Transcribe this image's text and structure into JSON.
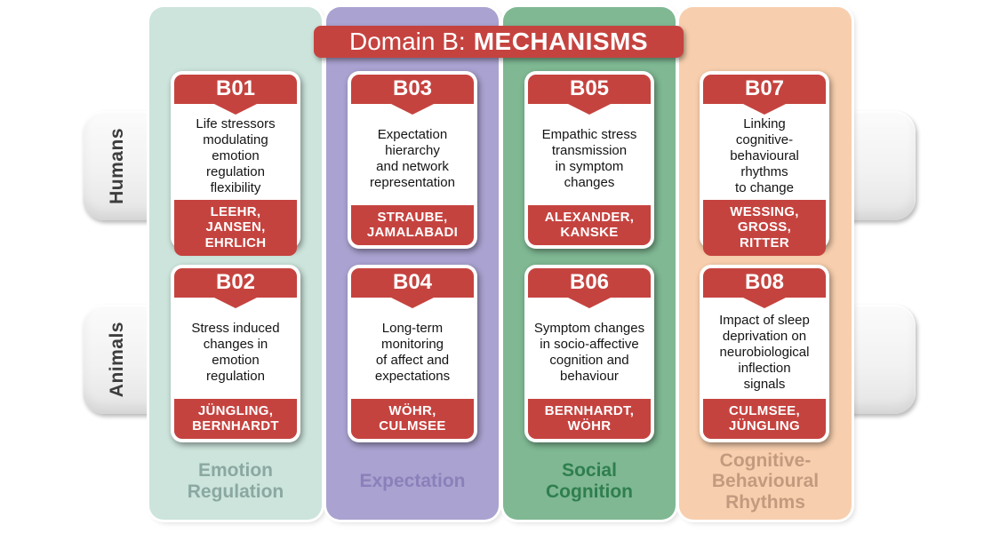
{
  "banner": {
    "prefix": "Domain B:",
    "emphasis": "MECHANISMS"
  },
  "palette": {
    "accent_red": "#c5433f",
    "column_colors": [
      "#cce4db",
      "#aaa2d0",
      "#7fb893",
      "#f8cfae"
    ],
    "column_label_colors": [
      "#8aa8a1",
      "#8b80ba",
      "#2f7e4f",
      "#c49a7f"
    ],
    "row_band_color": "#efefef",
    "row_label_color": "#3d3d3d"
  },
  "rows": [
    {
      "label": "Humans"
    },
    {
      "label": "Animals"
    }
  ],
  "columns": [
    {
      "label": "Emotion\nRegulation"
    },
    {
      "label": "Expectation"
    },
    {
      "label": "Social\nCognition"
    },
    {
      "label": "Cognitive-\nBehavioural\nRhythms"
    }
  ],
  "cards": [
    {
      "code": "B01",
      "row": "Humans",
      "column": "Emotion Regulation",
      "description": "Life stressors\nmodulating\nemotion\nregulation\nflexibility",
      "investigators": "LEEHR,\nJANSEN,\nEHRLICH"
    },
    {
      "code": "B02",
      "row": "Animals",
      "column": "Emotion Regulation",
      "description": "Stress induced\nchanges in\nemotion\nregulation",
      "investigators": "JÜNGLING,\nBERNHARDT"
    },
    {
      "code": "B03",
      "row": "Humans",
      "column": "Expectation",
      "description": "Expectation\nhierarchy\nand network\nrepresentation",
      "investigators": "STRAUBE,\nJAMALABADI"
    },
    {
      "code": "B04",
      "row": "Animals",
      "column": "Expectation",
      "description": "Long-term\nmonitoring\nof affect and\nexpectations",
      "investigators": "WÖHR,\nCULMSEE"
    },
    {
      "code": "B05",
      "row": "Humans",
      "column": "Social Cognition",
      "description": "Empathic stress\ntransmission\nin symptom\nchanges",
      "investigators": "ALEXANDER,\nKANSKE"
    },
    {
      "code": "B06",
      "row": "Animals",
      "column": "Social Cognition",
      "description": "Symptom changes\nin socio-affective\ncognition and\nbehaviour",
      "investigators": "BERNHARDT,\nWÖHR"
    },
    {
      "code": "B07",
      "row": "Humans",
      "column": "Cognitive-Behavioural Rhythms",
      "description": "Linking\ncognitive-\nbehavioural\nrhythms\nto change",
      "investigators": "WESSING,\nGROSS,\nRITTER"
    },
    {
      "code": "B08",
      "row": "Animals",
      "column": "Cognitive-Behavioural Rhythms",
      "description": "Impact of sleep\ndeprivation on\nneurobiological\ninflection\nsignals",
      "investigators": "CULMSEE,\nJÜNGLING"
    }
  ]
}
